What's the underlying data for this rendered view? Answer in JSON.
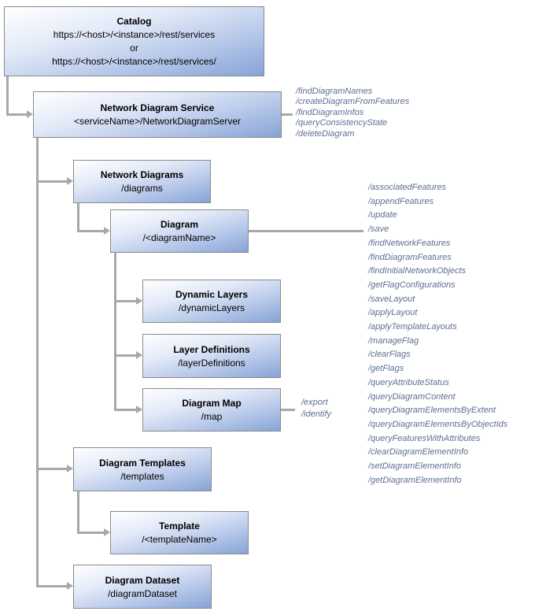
{
  "colors": {
    "box_gradient_top": "#ffffff",
    "box_gradient_bottom": "#86a3d6",
    "box_border": "#8a8a8a",
    "connector": "#a8a8a8",
    "operations_text": "#5e6e92",
    "box_text": "#000000"
  },
  "boxes": {
    "catalog": {
      "title": "Catalog",
      "url1": "https://<host>/<instance>/rest/services",
      "or_label": "or",
      "url2": "https://<host>/<instance>/rest/services/"
    },
    "service": {
      "title": "Network Diagram Service",
      "subtitle": "<serviceName>/NetworkDiagramServer"
    },
    "diagrams": {
      "title": "Network Diagrams",
      "subtitle": "/diagrams"
    },
    "diagram": {
      "title": "Diagram",
      "subtitle": "/<diagramName>"
    },
    "dynamic_layers": {
      "title": "Dynamic Layers",
      "subtitle": "/dynamicLayers"
    },
    "layer_definitions": {
      "title": "Layer Definitions",
      "subtitle": "/layerDefinitions"
    },
    "diagram_map": {
      "title": "Diagram Map",
      "subtitle": "/map"
    },
    "templates": {
      "title": "Diagram Templates",
      "subtitle": "/templates"
    },
    "template": {
      "title": "Template",
      "subtitle": "/<templateName>"
    },
    "dataset": {
      "title": "Diagram Dataset",
      "subtitle": "/diagramDataset"
    }
  },
  "operations": {
    "service": [
      "/findDiagramNames",
      "/createDiagramFromFeatures",
      "/findDiagramInfos",
      "/queryConsistencyState",
      "/deleteDiagram"
    ],
    "diagram": [
      "/associatedFeatures",
      "/appendFeatures",
      "/update",
      "/save",
      "/findNetworkFeatures",
      "/findDiagramFeatures",
      "/findInitialNetworkObjects",
      "/getFlagConfigurations",
      "/saveLayout",
      "/applyLayout",
      "/applyTemplateLayouts",
      "/manageFlag",
      "/clearFlags",
      "/getFlags",
      "/queryAttributeStatus",
      "/queryDiagramContent",
      "/queryDiagramElementsByExtent",
      "/queryDiagramElementsByObjectIds",
      "/queryFeaturesWithAttributes",
      "/clearDiagramElementInfo",
      "/setDiagramElementInfo",
      "/getDiagramElementInfo"
    ],
    "map": [
      "/export",
      "/identify"
    ]
  }
}
